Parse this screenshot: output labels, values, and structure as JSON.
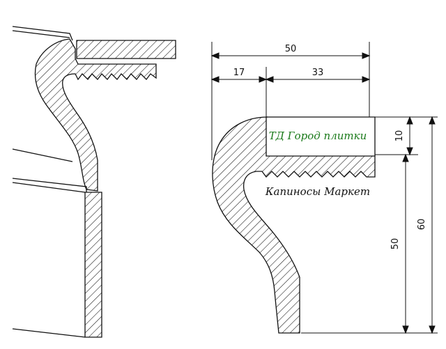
{
  "captions": {
    "brand": "ТД Город плитки",
    "subtitle": "Капиносы Маркет"
  },
  "dimensions": {
    "overall_width": "50",
    "left_width": "17",
    "right_width": "33",
    "top_height": "10",
    "lower_height": "50",
    "total_height": "60"
  },
  "colors": {
    "line": "#111111",
    "hatch": "#111111",
    "brand_text": "#1a7a1a"
  }
}
